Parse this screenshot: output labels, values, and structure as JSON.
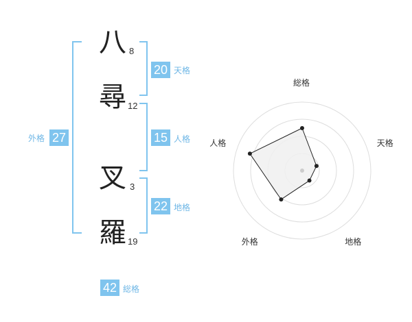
{
  "name": {
    "characters": [
      {
        "char": "八",
        "strokes": "8"
      },
      {
        "char": "尋",
        "strokes": "12"
      },
      {
        "char": "叉",
        "strokes": "3"
      },
      {
        "char": "羅",
        "strokes": "19"
      }
    ]
  },
  "fortune": {
    "tenkaku": {
      "value": "20",
      "label": "天格"
    },
    "jinkaku": {
      "value": "15",
      "label": "人格"
    },
    "chikaku": {
      "value": "22",
      "label": "地格"
    },
    "gaikaku": {
      "value": "27",
      "label": "外格"
    },
    "soukaku": {
      "value": "42",
      "label": "総格"
    }
  },
  "chart_data": {
    "type": "radar",
    "axes": [
      "総格",
      "天格",
      "地格",
      "外格",
      "人格"
    ],
    "values": [
      0.62,
      0.22,
      0.18,
      0.52,
      0.8
    ],
    "rings": 4,
    "colors": {
      "fill": "#f0f0f0",
      "stroke": "#222222",
      "ring": "#dddddd",
      "center_dot": "#cccccc"
    }
  }
}
